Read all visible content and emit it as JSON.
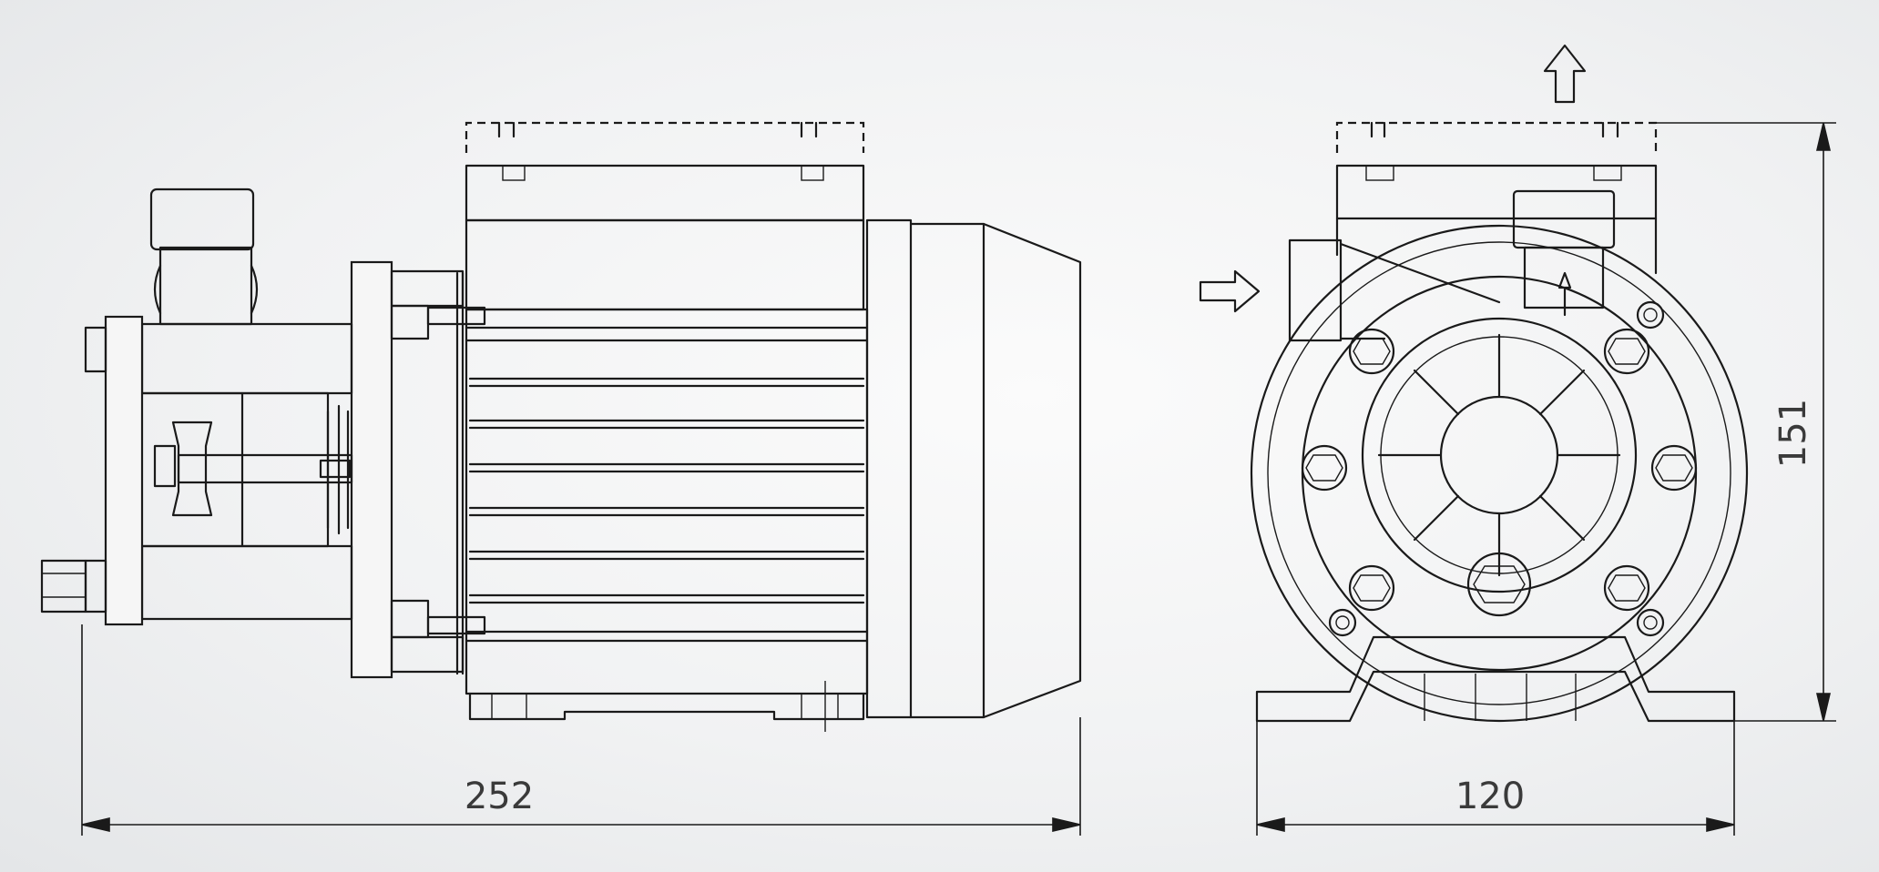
{
  "dimensions": {
    "overall_length": "252",
    "overall_width": "120",
    "overall_height": "151"
  },
  "colors": {
    "line": "#1a1a1a",
    "background": "#f1f2f3"
  },
  "icons": {
    "inlet": "arrow-right-icon",
    "outlet": "arrow-up-icon",
    "flow": "arrow-up-icon"
  }
}
